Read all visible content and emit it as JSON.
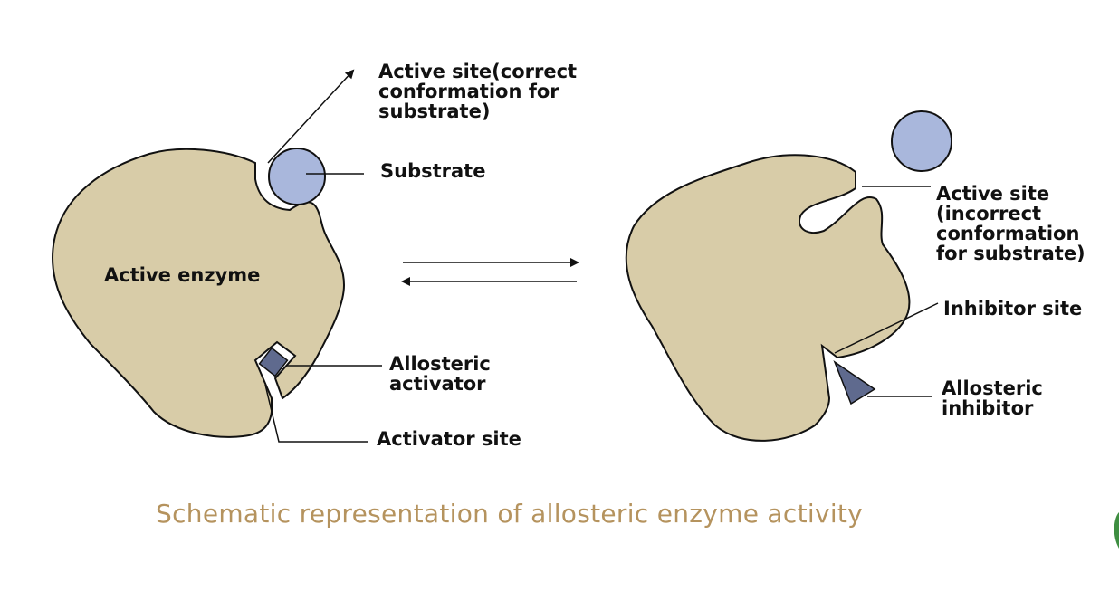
{
  "labels": {
    "active_site_correct": [
      "Active site(correct",
      "conformation for",
      "substrate)"
    ],
    "substrate": "Substrate",
    "active_enzyme": "Active enzyme",
    "allosteric_activator": [
      "Allosteric",
      "activator"
    ],
    "activator_site": "Activator site",
    "active_site_incorrect": [
      "Active site",
      "(incorrect",
      "conformation",
      "for substrate)"
    ],
    "inhibitor_site": "Inhibitor site",
    "allosteric_inhibitor": [
      "Allosteric",
      "inhibitor"
    ]
  },
  "caption": "Schematic representation of allosteric enzyme activity",
  "colors": {
    "enzyme_fill": "#d8cca8",
    "substrate_fill": "#a9b7dc",
    "effector_fill": "#5f6a8e",
    "outline": "#111111",
    "caption": "#b5935e"
  }
}
